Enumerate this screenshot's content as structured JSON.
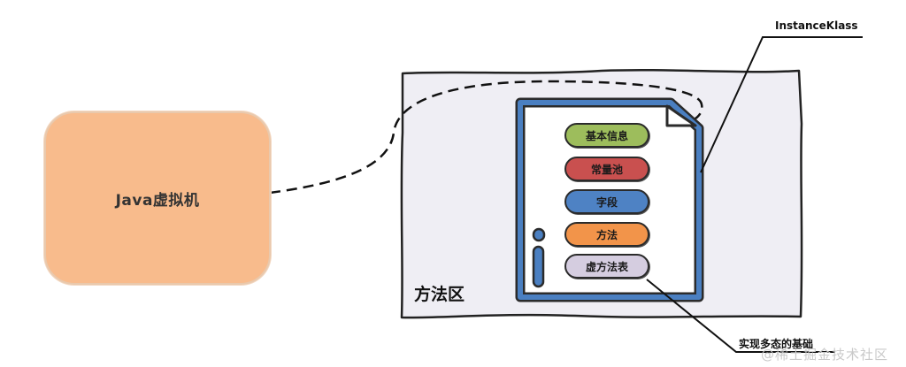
{
  "jvm": {
    "label": "Java虚拟机"
  },
  "method_area": {
    "label": "方法区"
  },
  "instance_klass": {
    "label": "InstanceKlass",
    "sections": [
      {
        "label": "基本信息",
        "color": "#9dbd5c"
      },
      {
        "label": "常量池",
        "color": "#c9504f"
      },
      {
        "label": "字段",
        "color": "#4e82c4"
      },
      {
        "label": "方法",
        "color": "#f2944a"
      },
      {
        "label": "虚方法表",
        "color": "#d5cde0"
      }
    ]
  },
  "annotation": {
    "vtable_note": "实现多态的基础"
  },
  "watermark": {
    "text": "@稀土掘金技术社区"
  },
  "colors": {
    "doc_border": "#4a7fc1",
    "area_fill": "#efeef4",
    "jvm_fill": "#f8bb8c"
  }
}
